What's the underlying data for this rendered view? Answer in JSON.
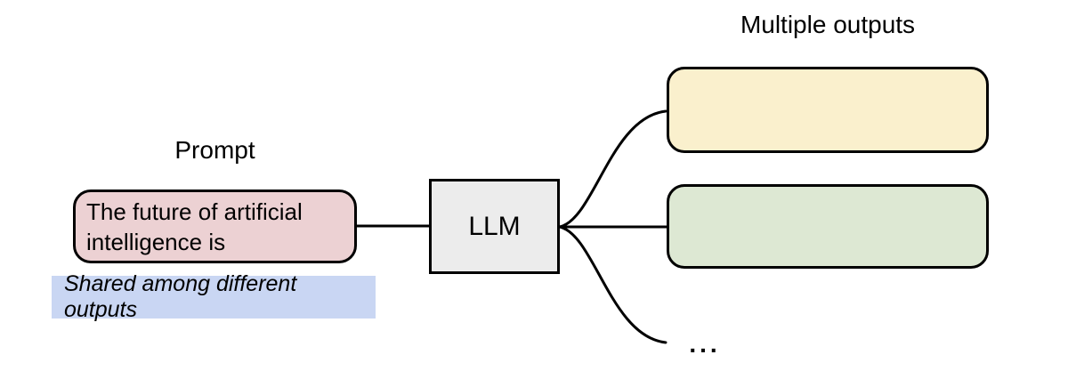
{
  "diagram": {
    "prompt": {
      "label": "Prompt",
      "box_lines": [
        "The future of artificial",
        "intelligence is"
      ],
      "note": "Shared among different outputs"
    },
    "model": {
      "label": "LLM"
    },
    "outputs": {
      "label": "Multiple outputs",
      "ellipsis": "...",
      "box_count_visible": 2
    },
    "colors": {
      "prompt_box_fill": "#ecd1d3",
      "note_highlight_fill": "#c9d6f3",
      "llm_box_fill": "#ececec",
      "output_box_1_fill": "#faf0cd",
      "output_box_2_fill": "#dde8d3",
      "stroke": "#000000",
      "background": "#ffffff"
    }
  }
}
